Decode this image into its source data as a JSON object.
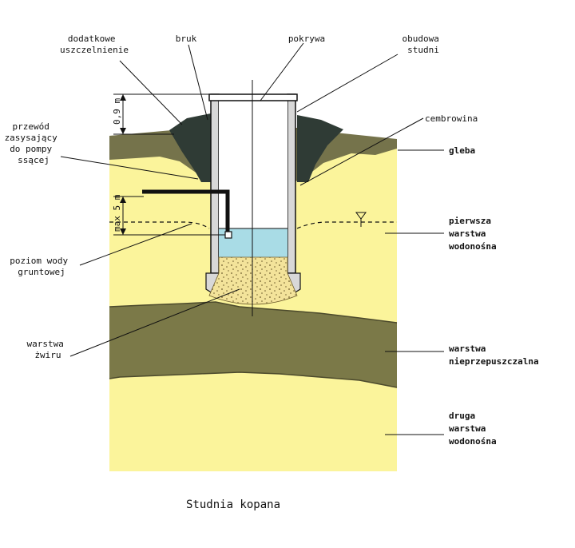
{
  "caption": "Studnia kopana",
  "dimensions": {
    "top_height": "0,9 m",
    "depth_max": "max 5 m"
  },
  "labels_top": {
    "extra_seal": [
      "dodatkowe",
      "uszczelnienie"
    ],
    "paving": [
      "bruk"
    ],
    "cover": [
      "pokrywa"
    ],
    "casing": [
      "obudowa",
      "studni"
    ]
  },
  "labels_left": {
    "suction_pipe": [
      "przewód",
      "zasysający",
      "do pompy",
      "ssącej"
    ],
    "groundwater_level": [
      "poziom wody",
      "gruntowej"
    ],
    "gravel_layer": [
      "warstwa",
      "żwiru"
    ]
  },
  "labels_right": {
    "lining": [
      "cembrowina"
    ],
    "soil": [
      "gleba"
    ],
    "first_aquifer": [
      "pierwsza",
      "warstwa",
      "wodonośna"
    ],
    "impermeable_layer": [
      "warstwa",
      "nieprzepuszczalna"
    ],
    "second_aquifer": [
      "druga",
      "warstwa",
      "wodonośna"
    ]
  },
  "colors": {
    "sand": "#fbf49b",
    "soil": "#75734b",
    "impermeable": "#7b7948",
    "seal": "#2f3b35",
    "water": "#a9dce6",
    "gravel": "#f3e39a",
    "casing": "#d8d8d8"
  }
}
